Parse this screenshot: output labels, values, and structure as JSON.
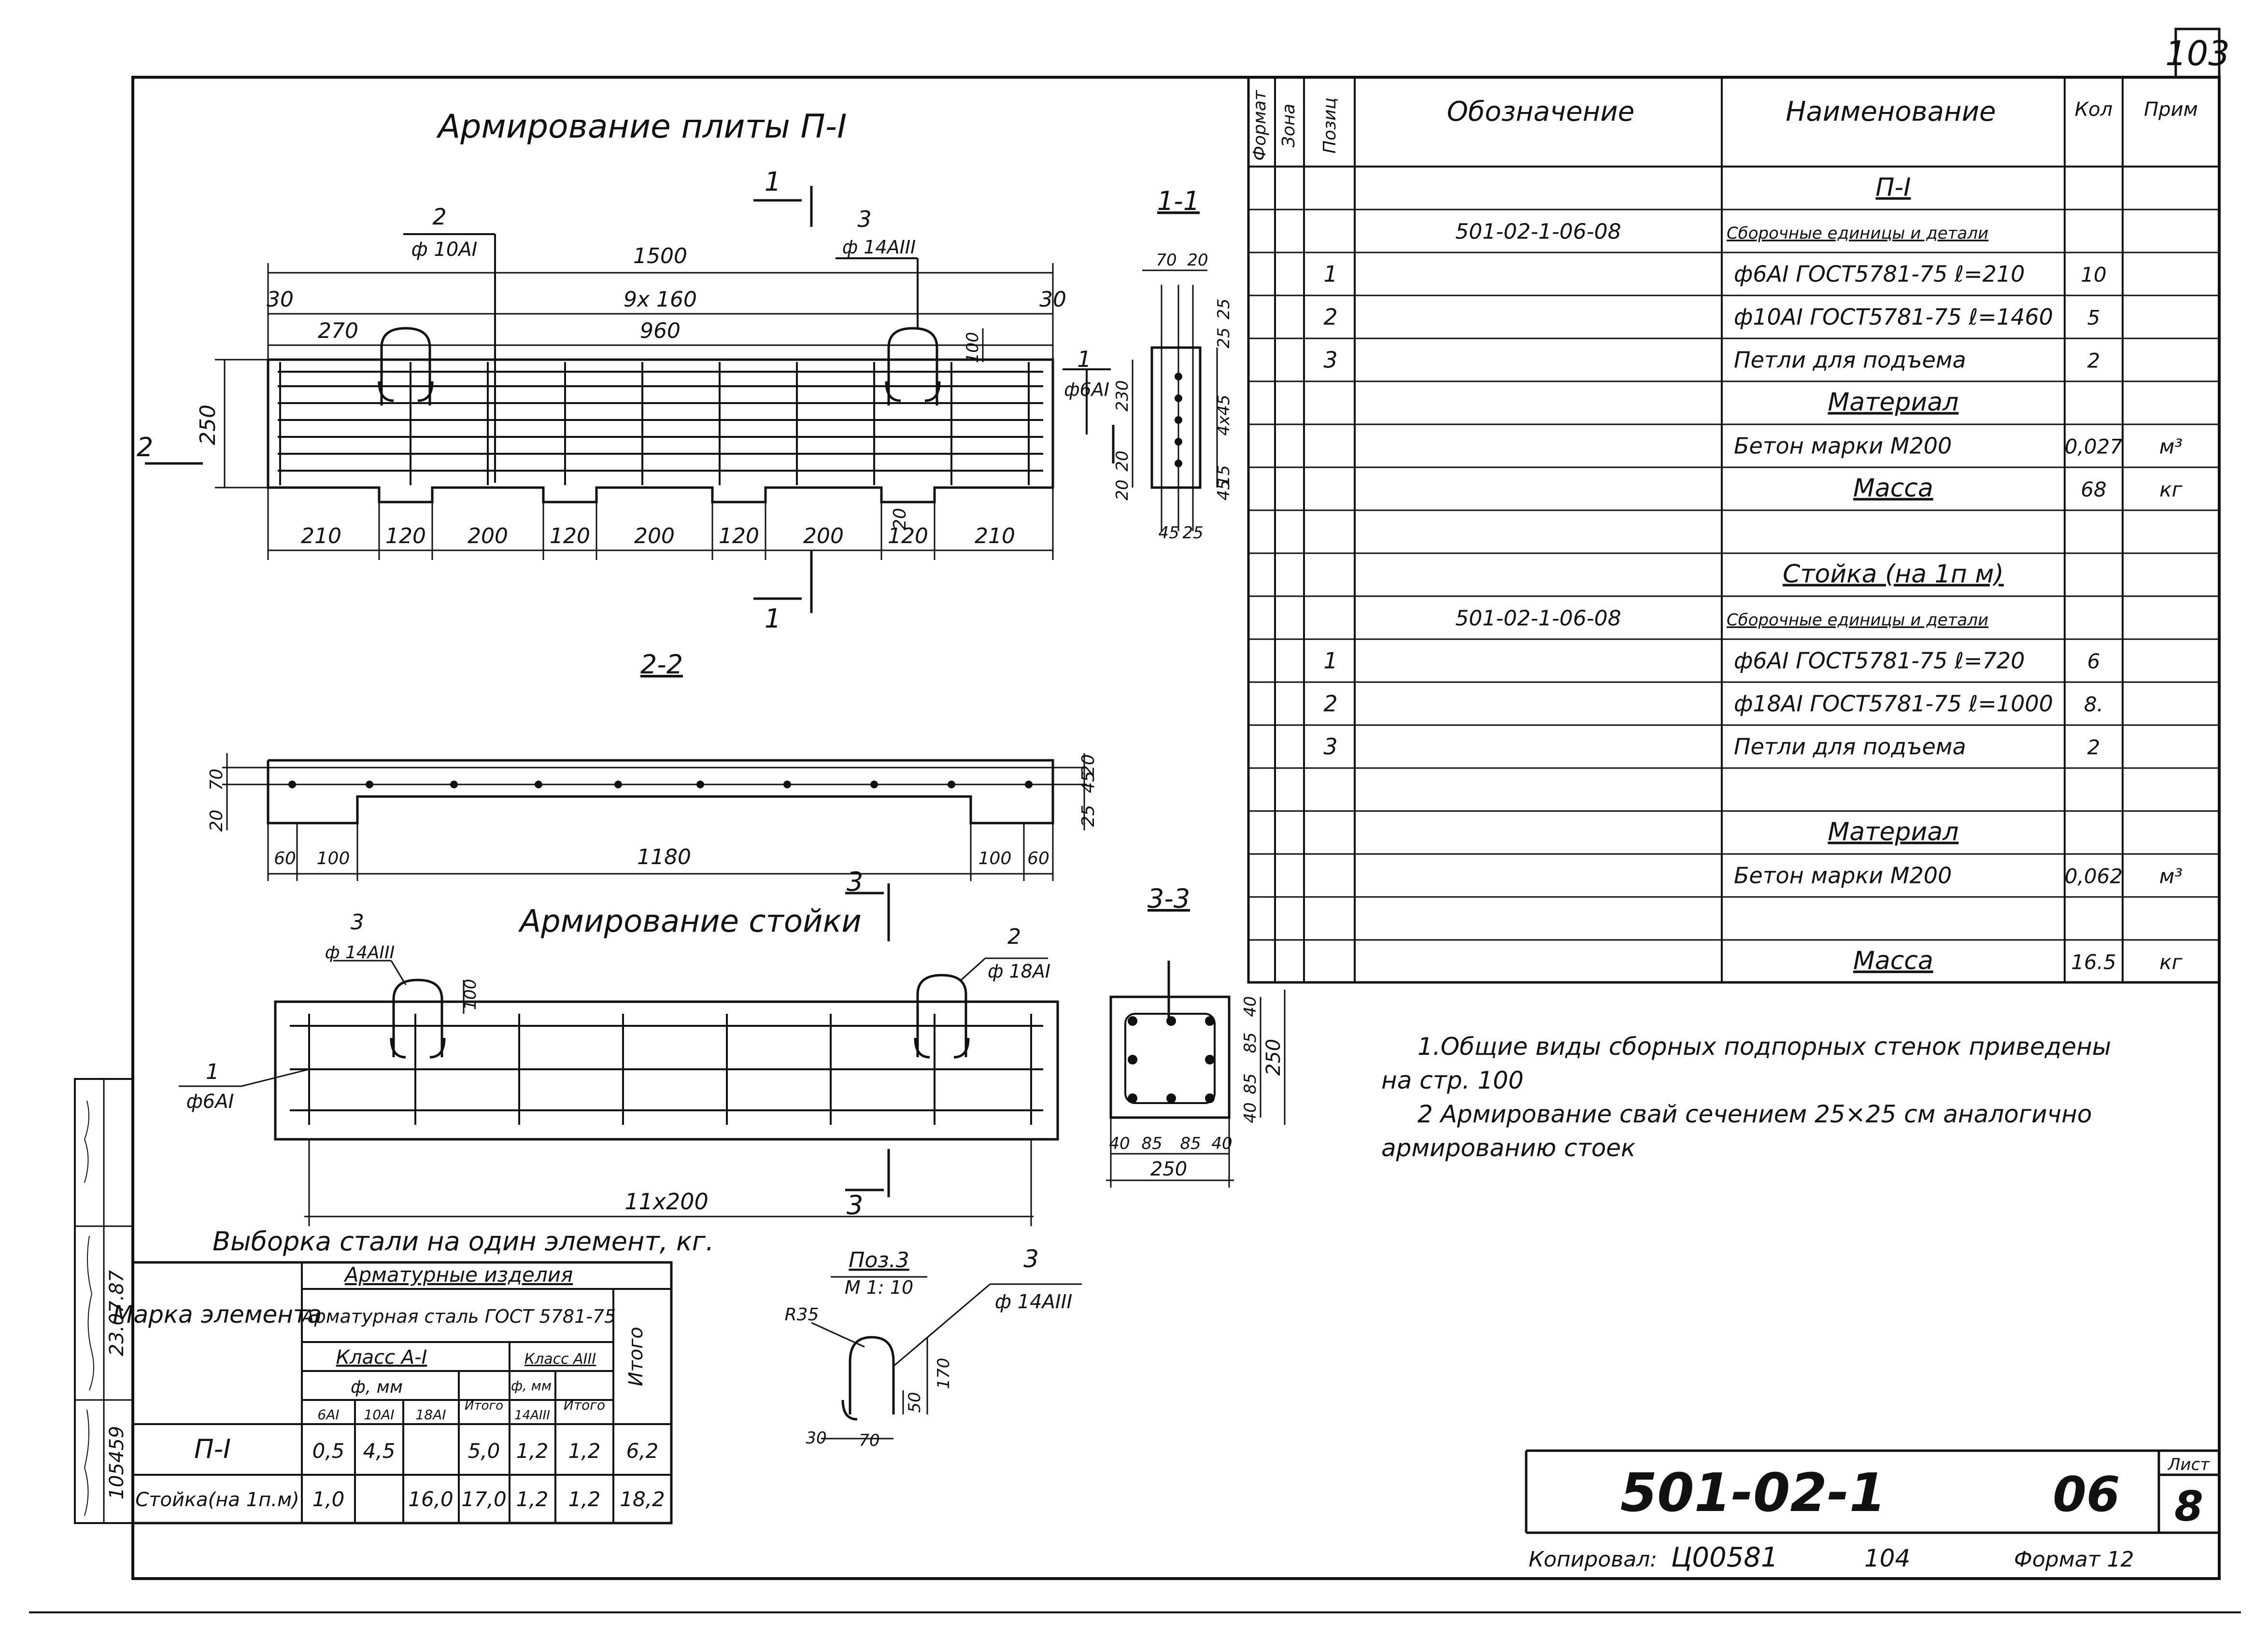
{
  "sheet": {
    "page_number": "103",
    "frame_color": "#111111",
    "background": "#ffffff"
  },
  "slab": {
    "title": "Армирование плиты П-I",
    "leader2_num": "2",
    "leader2_spec": "ф 10AI",
    "leader3_num": "3",
    "leader3_spec": "ф 14AIII",
    "leader1_num": "1",
    "leader1_spec": "ф6AI",
    "cut_mark_top": "1",
    "cut_mark_bottom": "1",
    "cut_mark_side": "2",
    "dims": {
      "overall": "1500",
      "spacing": "9x 160",
      "inner": "960",
      "left_edge": "30",
      "right_edge": "30",
      "first_offset": "270",
      "height": "250",
      "loop_height": "100",
      "notch_height": "20",
      "bottom": [
        "210",
        "120",
        "200",
        "120",
        "200",
        "120",
        "200",
        "120",
        "210"
      ]
    }
  },
  "section11": {
    "title": "1-1",
    "dims": [
      "70",
      "20",
      "25",
      "230",
      "4x45",
      "20",
      "45",
      "25",
      "20",
      "15",
      "45",
      "25"
    ]
  },
  "section22": {
    "title": "2-2",
    "dims": [
      "20",
      "70",
      "20",
      "45",
      "25",
      "60",
      "100",
      "1180",
      "100",
      "60"
    ]
  },
  "post": {
    "title": "Армирование стойки",
    "cut_mark": "3",
    "leader3_num": "3",
    "leader3_spec": "ф 14AIII",
    "leader2_num": "2",
    "leader2_spec": "ф 18AI",
    "leader1_num": "1",
    "leader1_spec": "ф6AI",
    "loop_height": "100",
    "length": "11x200",
    "cut_mark_bottom": "3"
  },
  "section33": {
    "title": "3-3",
    "dims_v": [
      "40",
      "85",
      "85",
      "40",
      "250"
    ],
    "dims_h": [
      "40",
      "85",
      "85",
      "40"
    ],
    "width": "250"
  },
  "pos3": {
    "title": "Поз.3",
    "scale": "М 1: 10",
    "radius": "R35",
    "num": "3",
    "spec": "ф 14AIII",
    "dims": [
      "170",
      "50",
      "30",
      "70"
    ]
  },
  "spec_table": {
    "headers": [
      "Формат",
      "Зона",
      "Позиц",
      "Обозначение",
      "Наименование",
      "Кол",
      "Прим"
    ],
    "rows": [
      {
        "fmt": "",
        "zone": "",
        "pos": "",
        "des": "",
        "name": "П-I",
        "qty": "",
        "note": "",
        "style": "center-underline"
      },
      {
        "fmt": "",
        "zone": "",
        "pos": "",
        "des": "501-02-1-06-08",
        "name": "Сборочные единицы и детали",
        "qty": "",
        "note": "",
        "style": "underline-small"
      },
      {
        "fmt": "",
        "zone": "",
        "pos": "1",
        "des": "",
        "name": "ф6AI ГОСТ5781-75 ℓ=210",
        "qty": "10",
        "note": "",
        "style": ""
      },
      {
        "fmt": "",
        "zone": "",
        "pos": "2",
        "des": "",
        "name": "ф10AI ГОСТ5781-75 ℓ=1460",
        "qty": "5",
        "note": "",
        "style": ""
      },
      {
        "fmt": "",
        "zone": "",
        "pos": "3",
        "des": "",
        "name": "Петли для подъема",
        "qty": "2",
        "note": "",
        "style": ""
      },
      {
        "fmt": "",
        "zone": "",
        "pos": "",
        "des": "",
        "name": "Материал",
        "qty": "",
        "note": "",
        "style": "center-underline"
      },
      {
        "fmt": "",
        "zone": "",
        "pos": "",
        "des": "",
        "name": "Бетон марки М200",
        "qty": "0,027",
        "note": "м³",
        "style": ""
      },
      {
        "fmt": "",
        "zone": "",
        "pos": "",
        "des": "",
        "name": "Масса",
        "qty": "68",
        "note": "кг",
        "style": "center-underline"
      },
      {
        "fmt": "",
        "zone": "",
        "pos": "",
        "des": "",
        "name": "",
        "qty": "",
        "note": "",
        "style": ""
      },
      {
        "fmt": "",
        "zone": "",
        "pos": "",
        "des": "",
        "name": "Стойка (на 1п м)",
        "qty": "",
        "note": "",
        "style": "center-underline"
      },
      {
        "fmt": "",
        "zone": "",
        "pos": "",
        "des": "501-02-1-06-08",
        "name": "Сборочные единицы и детали",
        "qty": "",
        "note": "",
        "style": "underline-small"
      },
      {
        "fmt": "",
        "zone": "",
        "pos": "1",
        "des": "",
        "name": "ф6AI ГОСТ5781-75 ℓ=720",
        "qty": "6",
        "note": "",
        "style": ""
      },
      {
        "fmt": "",
        "zone": "",
        "pos": "2",
        "des": "",
        "name": "ф18AI ГОСТ5781-75 ℓ=1000",
        "qty": "8.",
        "note": "",
        "style": ""
      },
      {
        "fmt": "",
        "zone": "",
        "pos": "3",
        "des": "",
        "name": "Петли для подъема",
        "qty": "2",
        "note": "",
        "style": ""
      },
      {
        "fmt": "",
        "zone": "",
        "pos": "",
        "des": "",
        "name": "",
        "qty": "",
        "note": "",
        "style": ""
      },
      {
        "fmt": "",
        "zone": "",
        "pos": "",
        "des": "",
        "name": "Материал",
        "qty": "",
        "note": "",
        "style": "center-underline"
      },
      {
        "fmt": "",
        "zone": "",
        "pos": "",
        "des": "",
        "name": "Бетон марки М200",
        "qty": "0,062",
        "note": "м³",
        "style": ""
      },
      {
        "fmt": "",
        "zone": "",
        "pos": "",
        "des": "",
        "name": "",
        "qty": "",
        "note": "",
        "style": ""
      },
      {
        "fmt": "",
        "zone": "",
        "pos": "",
        "des": "",
        "name": "Масса",
        "qty": "16.5",
        "note": "кг",
        "style": "center-underline"
      }
    ]
  },
  "notes": [
    "1.Общие виды сборных подпорных стенок приведены",
    "на стр. 100",
    "2 Армирование свай сечением 25×25 см аналогично",
    "армированию стоек"
  ],
  "steel_table": {
    "title": "Выборка стали на один элемент, кг.",
    "h_mark": "Марка элемента",
    "h_items": "Арматурные изделия",
    "h_steel": "Арматурная сталь ГОСТ 5781-75",
    "h_classA1": "Класс A-I",
    "h_classA3": "Класс AIII",
    "h_dia": "ф, мм",
    "h_dia3": "ф, мм",
    "h_total_all": "Итого",
    "h_sub_total": "Итого",
    "h_sub_total3": "Итого",
    "cols": [
      "6AI",
      "10AI",
      "18AI",
      "14AIII"
    ],
    "rows": [
      {
        "mark": "П-I",
        "v": [
          "0,5",
          "4,5",
          "",
          "5,0",
          "1,2",
          "1,2",
          "6,2"
        ]
      },
      {
        "mark": "Стойка(на 1п.м)",
        "v": [
          "1,0",
          "",
          "16,0",
          "17,0",
          "1,2",
          "1,2",
          "18,2"
        ]
      }
    ]
  },
  "side_stamp": [
    "105459",
    "23.07.87"
  ],
  "title_block": {
    "code": "501-02-1",
    "issue": "06",
    "sheet_label": "Лист",
    "sheet_number": "8"
  },
  "footer": {
    "copied": "Копировал:",
    "order": "Ц00581",
    "page": "104",
    "format": "Формат 12"
  }
}
